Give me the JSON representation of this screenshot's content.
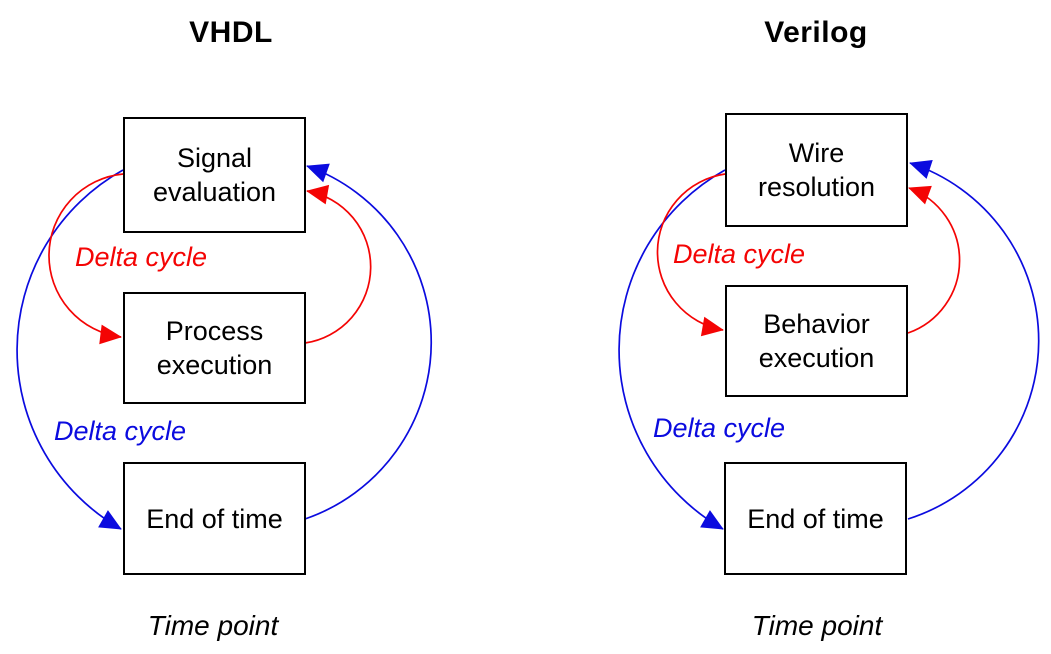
{
  "colors": {
    "red": "#f40404",
    "blue": "#0b0bdf",
    "box_border": "#000000",
    "text": "#000000",
    "background": "#ffffff"
  },
  "left": {
    "title": "VHDL",
    "box1_line1": "Signal",
    "box1_line2": "evaluation",
    "box2_line1": "Process",
    "box2_line2": "execution",
    "box3": "End of time",
    "delta_red": "Delta cycle",
    "delta_blue": "Delta cycle",
    "time_point": "Time point"
  },
  "right": {
    "title": "Verilog",
    "box1_line1": "Wire",
    "box1_line2": "resolution",
    "box2_line1": "Behavior",
    "box2_line2": "execution",
    "box3": "End of time",
    "delta_red": "Delta cycle",
    "delta_blue": "Delta cycle",
    "time_point": "Time point"
  },
  "arrows": [
    {
      "diagram": "VHDL",
      "from": "Signal evaluation",
      "to": "Process execution",
      "color": "red",
      "label": "Delta cycle"
    },
    {
      "diagram": "VHDL",
      "from": "Process execution",
      "to": "Signal evaluation",
      "color": "red",
      "label": "Delta cycle"
    },
    {
      "diagram": "VHDL",
      "from": "Signal evaluation",
      "to": "End of time",
      "color": "blue",
      "label": "Delta cycle"
    },
    {
      "diagram": "VHDL",
      "from": "End of time",
      "to": "Signal evaluation",
      "color": "blue",
      "label": "Delta cycle"
    },
    {
      "diagram": "Verilog",
      "from": "Wire resolution",
      "to": "Behavior execution",
      "color": "red",
      "label": "Delta cycle"
    },
    {
      "diagram": "Verilog",
      "from": "Behavior execution",
      "to": "Wire resolution",
      "color": "red",
      "label": "Delta cycle"
    },
    {
      "diagram": "Verilog",
      "from": "Wire resolution",
      "to": "End of time",
      "color": "blue",
      "label": "Delta cycle"
    },
    {
      "diagram": "Verilog",
      "from": "End of time",
      "to": "Wire resolution",
      "color": "blue",
      "label": "Delta cycle"
    }
  ]
}
